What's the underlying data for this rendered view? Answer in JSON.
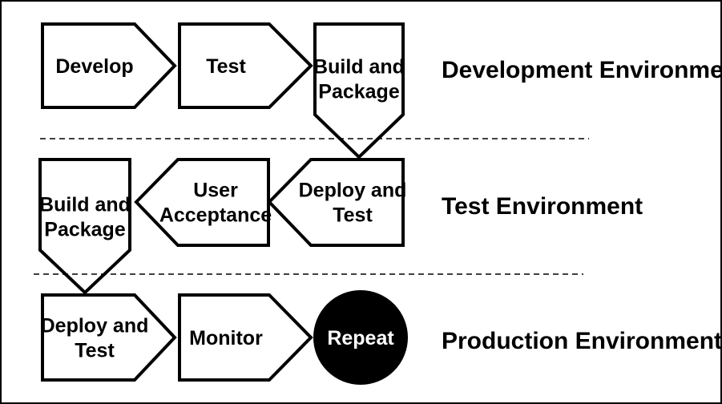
{
  "steps": {
    "develop": {
      "lines": [
        "Develop"
      ]
    },
    "test": {
      "lines": [
        "Test"
      ]
    },
    "build_package_dev": {
      "lines": [
        "Build and",
        "Package"
      ]
    },
    "deploy_test_test": {
      "lines": [
        "Deploy and",
        "Test"
      ]
    },
    "user_acceptance": {
      "lines": [
        "User",
        "Acceptance"
      ]
    },
    "build_package_test": {
      "lines": [
        "Build and",
        "Package"
      ]
    },
    "deploy_test_prod": {
      "lines": [
        "Deploy and",
        "Test"
      ]
    },
    "monitor": {
      "lines": [
        "Monitor"
      ]
    },
    "repeat": {
      "lines": [
        "Repeat"
      ]
    }
  },
  "environments": {
    "development": "Development Environment",
    "test": "Test Environment",
    "production": "Production Environment"
  }
}
